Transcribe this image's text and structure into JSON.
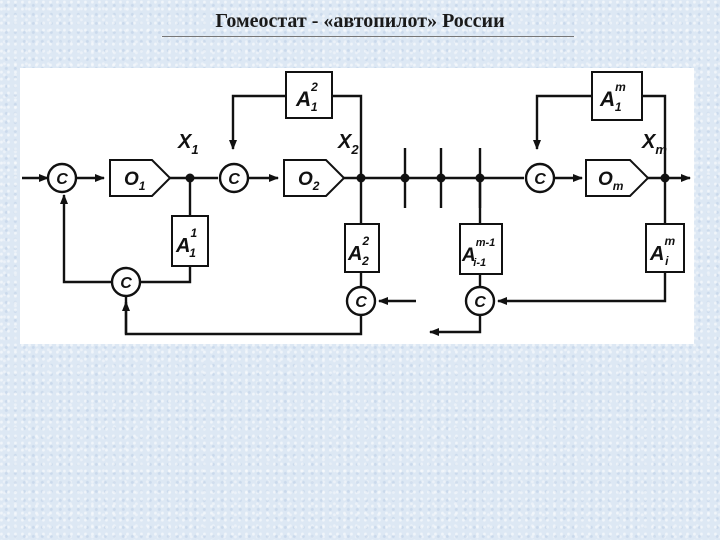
{
  "slide": {
    "title": "Гомеостат - «автопилот» России"
  },
  "diagram": {
    "comparator_label": "C",
    "objects": {
      "o1": "O",
      "o1_sub": "1",
      "o2": "O",
      "o2_sub": "2",
      "om": "O",
      "om_sub": "m"
    },
    "signals": {
      "x1": "X",
      "x1_sub": "1",
      "x2": "X",
      "x2_sub": "2",
      "xm": "X",
      "xm_sub": "m"
    },
    "blocks": {
      "a11": {
        "base": "A",
        "sup": "1",
        "sub": "1"
      },
      "a21": {
        "base": "A",
        "sup": "2",
        "sub": "1"
      },
      "a22": {
        "base": "A",
        "sup": "2",
        "sub": "2"
      },
      "am1": {
        "base": "A",
        "sup": "m",
        "sub": "1"
      },
      "amm1": {
        "base": "A",
        "sup": "m-1",
        "sub": "i-1"
      },
      "ami": {
        "base": "A",
        "sup": "m",
        "sub": "i"
      }
    }
  }
}
